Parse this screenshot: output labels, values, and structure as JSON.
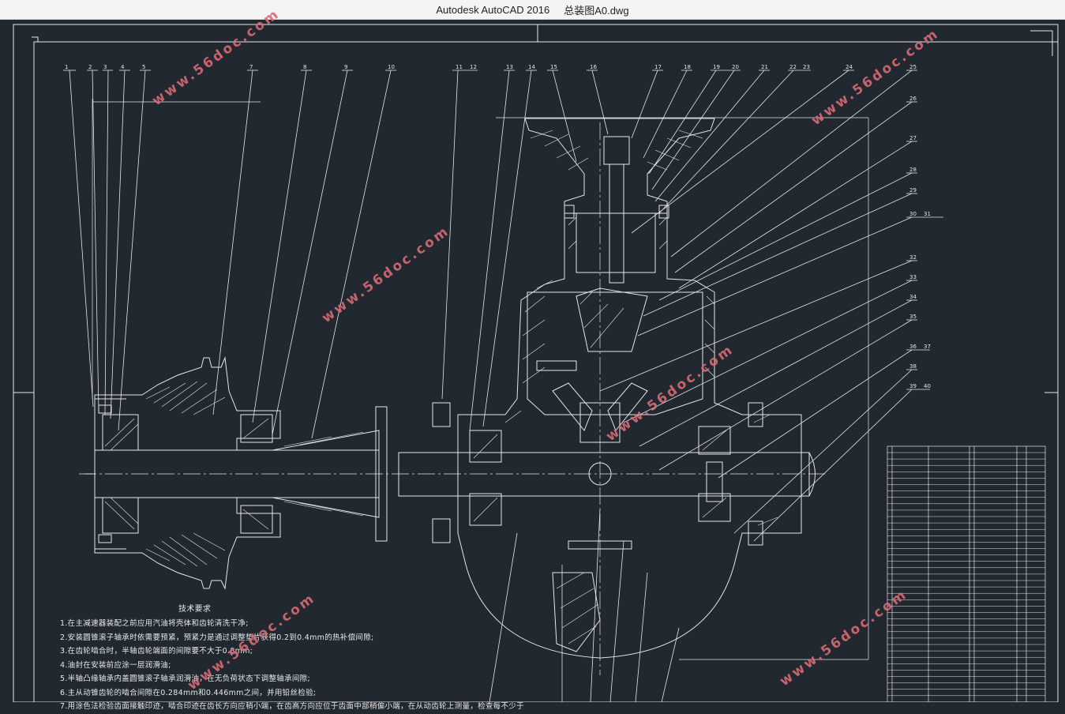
{
  "window": {
    "app_title": "Autodesk AutoCAD 2016",
    "file_name": "总装图A0.dwg"
  },
  "watermark": {
    "text": "www.56doc.com"
  },
  "colors": {
    "background": "#212830",
    "lines": "#e6e6e6",
    "watermark": "#d86a73"
  },
  "tech_notes": {
    "heading": "技术要求",
    "lines": [
      "1.在主减速器装配之前应用汽油将壳体和齿轮清洗干净;",
      "2.安装圆锥滚子轴承时依需要预紧，预紧力是通过调整垫片获得0.2到0.4mm的热补偿间隙;",
      "3.在齿轮啮合时，半轴齿轮端面的间隙要不大于0.8mm;",
      "4.油封在安装前应涂一层润滑油;",
      "5.半轴凸缘轴承内盖圆锥滚子轴承润滑油，在无负荷状态下调整轴承间隙;",
      "6.主从动锥齿轮的啮合间隙在0.284mm和0.446mm之间，并用铅丝检验;",
      "7.用涂色法检验齿面接触印迹，啮合印迹在齿长方向应稍小端，在齿高方向应位于齿面中部稍偏小端，在从动齿轮上测量，检查每不少于"
    ]
  }
}
